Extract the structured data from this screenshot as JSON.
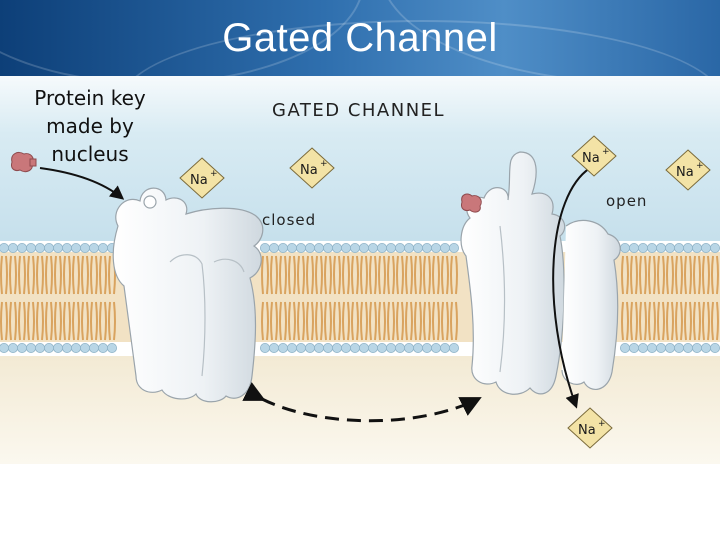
{
  "slide": {
    "title": "Gated Channel",
    "key_caption": [
      "Protein key",
      "made by",
      "nucleus"
    ]
  },
  "figure": {
    "heading": "GATED CHANNEL",
    "state_closed": "closed",
    "state_open": "open",
    "ion_symbol": "Na",
    "ion_charge": "+",
    "colors": {
      "header_dark": "#0d3f78",
      "header_light": "#4f8ec7",
      "extracellular": "#cfe6f0",
      "cytoplasm": "#f7f1e2",
      "lipid_tail": "#d9a35f",
      "lipid_head": "#b9d6e6",
      "channel_protein": "#eef1f3",
      "ion_diamond": "#f3e3a6",
      "key_molecule": "#c9777a"
    }
  }
}
